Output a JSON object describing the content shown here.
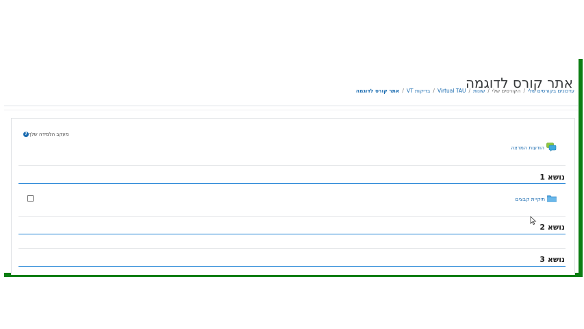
{
  "page": {
    "title": "אתר קורס לדוגמה"
  },
  "breadcrumb": {
    "items": [
      {
        "label": "עדכונים בקורסים שלי",
        "link": true
      },
      {
        "label": "הקורסים שלי",
        "link": false
      },
      {
        "label": "שונות",
        "link": true
      },
      {
        "label": "Virtual TAU",
        "link": true
      },
      {
        "label": "בדיקות VT",
        "link": true
      },
      {
        "label": "אתר קורס לדוגמה",
        "current": true
      }
    ],
    "separator": "/"
  },
  "course": {
    "progress_label": "מעקב הלמידה שלך",
    "help_icon": "question-circle-icon",
    "forum": {
      "label": "הודעות המרצה",
      "icon": "forum-icon"
    },
    "sections": [
      {
        "title": "נושא 1",
        "activities": [
          {
            "label": "תיקיית קבצים",
            "icon": "folder-icon",
            "completion": "unchecked"
          }
        ]
      },
      {
        "title": "נושא 2",
        "activities": []
      },
      {
        "title": "נושא 3",
        "activities": []
      }
    ]
  },
  "colors": {
    "frame_green": "#0b7d12",
    "link_blue": "#1a6bb0",
    "section_line_blue": "#1a7fd4"
  }
}
